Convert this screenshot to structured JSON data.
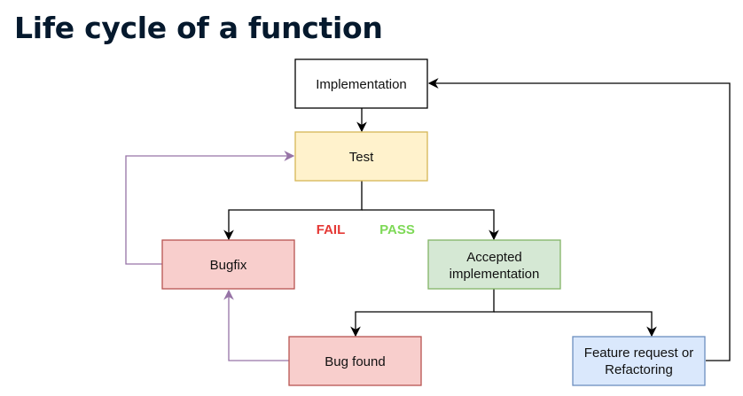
{
  "title": "Life cycle of a function",
  "nodes": {
    "implementation": {
      "label": "Implementation",
      "fill": "#ffffff",
      "stroke": "#000000"
    },
    "test": {
      "label": "Test",
      "fill": "#fff2cc",
      "stroke": "#d6b656"
    },
    "bugfix": {
      "label": "Bugfix",
      "fill": "#f8cecc",
      "stroke": "#b85450"
    },
    "accepted": {
      "label_line1": "Accepted",
      "label_line2": "implementation",
      "fill": "#d5e8d4",
      "stroke": "#82b366"
    },
    "bug_found": {
      "label": "Bug found",
      "fill": "#f8cecc",
      "stroke": "#b85450"
    },
    "feature_request": {
      "label_line1": "Feature request or",
      "label_line2": "Refactoring",
      "fill": "#dae8fc",
      "stroke": "#6c8ebf"
    }
  },
  "branch_labels": {
    "fail": {
      "text": "FAIL",
      "color": "#e53935"
    },
    "pass": {
      "text": "PASS",
      "color": "#7ed957"
    }
  },
  "colors": {
    "edge_black": "#000000",
    "edge_purple": "#9673a6"
  }
}
